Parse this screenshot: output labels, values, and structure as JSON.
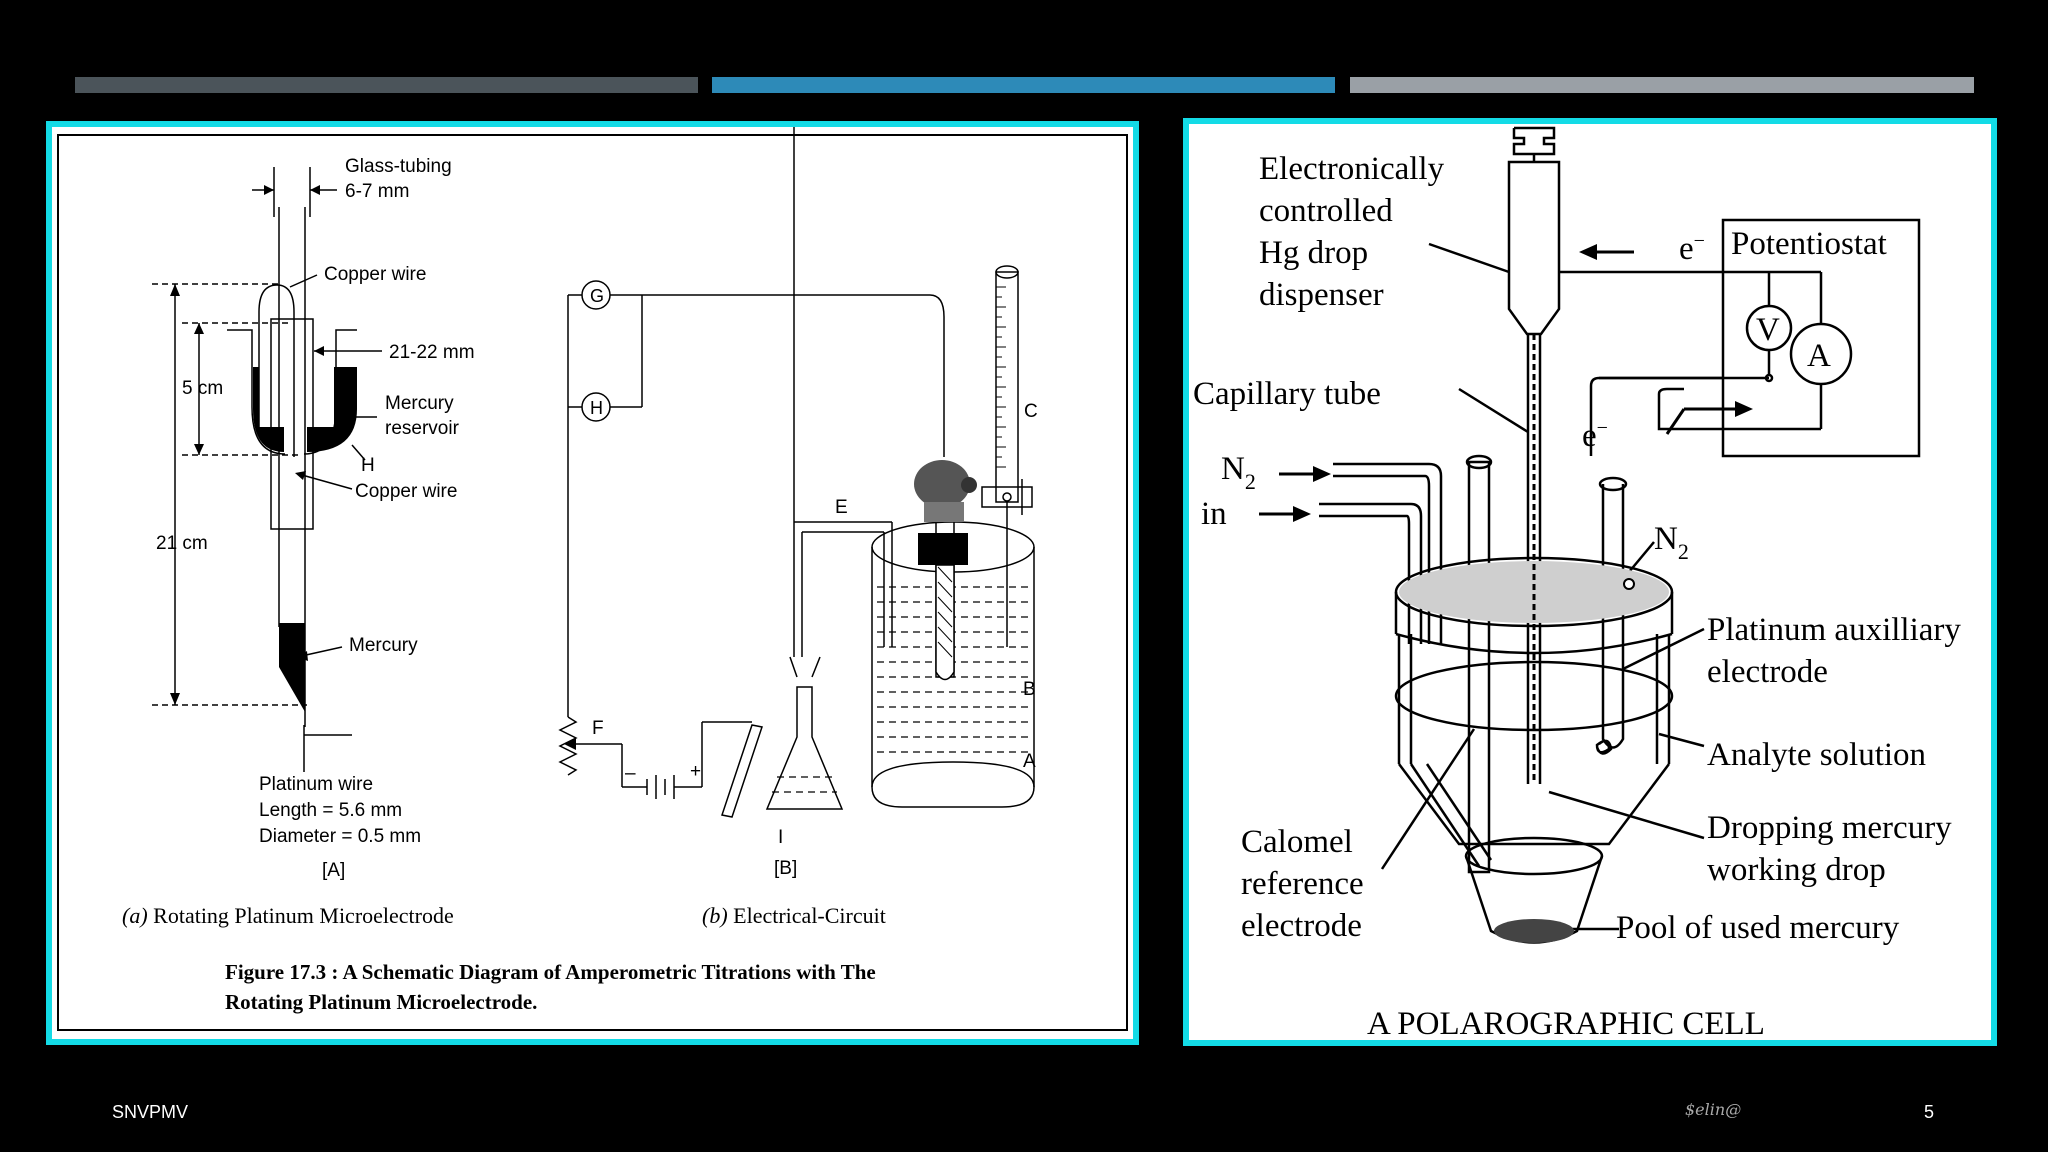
{
  "colors": {
    "background": "#000000",
    "frame": "#13dbe6",
    "bar_1": "#4b545a",
    "bar_2": "#2d8ab8",
    "bar_3": "#9aa0a6"
  },
  "left_figure": {
    "glass_tubing": "Glass-tubing",
    "glass_tubing_dim": "6-7 mm",
    "copper_wire_top": "Copper wire",
    "dim_21_22": "21-22 mm",
    "mercury_reservoir_1": "Mercury",
    "mercury_reservoir_2": "reservoir",
    "label_h": "H",
    "copper_wire_bottom": "Copper wire",
    "dim_5cm": "5 cm",
    "dim_21cm": "21 cm",
    "mercury": "Mercury",
    "platinum_wire": "Platinum wire",
    "length": "Length = 5.6 mm",
    "diameter": "Diameter = 0.5 mm",
    "label_a": "[A]",
    "label_b": "[B]",
    "circuit_g": "G",
    "circuit_h": "H",
    "circuit_c": "C",
    "circuit_e": "E",
    "circuit_f": "F",
    "circuit_b": "B",
    "circuit_a": "A",
    "circuit_i": "I",
    "minus": "–",
    "plus": "+",
    "caption_a_letter": "(a)",
    "caption_a_text": " Rotating Platinum Microelectrode",
    "caption_b_letter": "(b)",
    "caption_b_text": " Electrical-Circuit",
    "figure_caption_1": "Figure 17.3 : A Schematic Diagram of Amperometric Titrations with The",
    "figure_caption_2": "Rotating Platinum Microelectrode."
  },
  "right_figure": {
    "dispenser_1": "Electronically",
    "dispenser_2": "controlled",
    "dispenser_3": "Hg drop",
    "dispenser_4": "dispenser",
    "electron_top": "e",
    "electron_sup": "−",
    "potentiostat": "Potentiostat",
    "voltmeter": "V",
    "ammeter": "A",
    "capillary": "Capillary tube",
    "electron_mid": "e",
    "n2_in_n": "N",
    "n2_sub": "2",
    "n2_in_2": "in",
    "n2_right": "N",
    "platinum_1": "Platinum auxilliary",
    "platinum_2": "electrode",
    "analyte": "Analyte solution",
    "dropping_1": "Dropping mercury",
    "dropping_2": "working drop",
    "calomel_1": "Calomel",
    "calomel_2": "reference",
    "calomel_3": "electrode",
    "pool": "Pool of used mercury",
    "title": "A POLAROGRAPHIC CELL"
  },
  "footer": {
    "left": "SNVPMV",
    "signature": "$elin@",
    "page": "5"
  }
}
